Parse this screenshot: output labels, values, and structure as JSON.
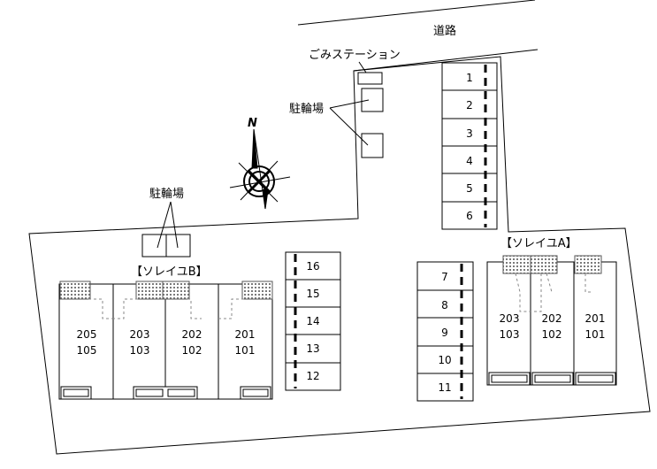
{
  "labels": {
    "road": "道路",
    "garbage_station": "ごみステーション",
    "bike_parking_top": "駐輪場",
    "bike_parking_left": "駐輪場",
    "building_b": "【ソレイユB】",
    "building_a": "【ソレイユA】",
    "compass_north": "N"
  },
  "parking": {
    "group_top": [
      "1",
      "2",
      "3",
      "4",
      "5",
      "6"
    ],
    "group_middle": [
      "16",
      "15",
      "14",
      "13",
      "12"
    ],
    "group_right": [
      "7",
      "8",
      "9",
      "10",
      "11"
    ]
  },
  "building_b_units": [
    {
      "upper": "205",
      "lower": "105"
    },
    {
      "upper": "203",
      "lower": "103"
    },
    {
      "upper": "202",
      "lower": "102"
    },
    {
      "upper": "201",
      "lower": "101"
    }
  ],
  "building_a_units": [
    {
      "upper": "203",
      "lower": "103"
    },
    {
      "upper": "202",
      "lower": "102"
    },
    {
      "upper": "201",
      "lower": "101"
    }
  ],
  "colors": {
    "line": "#000000",
    "hatch": "#7a7a7a",
    "background": "#ffffff"
  }
}
